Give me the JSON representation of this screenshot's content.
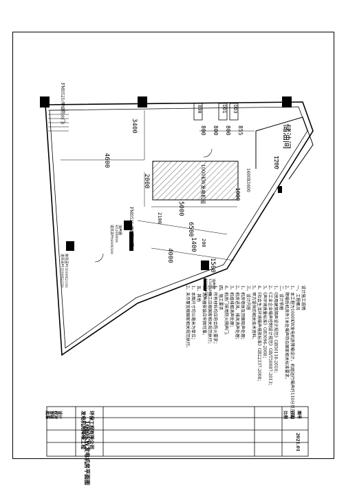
{
  "colors": {
    "line": "#000000",
    "background": "#ffffff"
  },
  "dimensions": {
    "d3400": "3400",
    "d4600": "4600",
    "d2000": "2000",
    "d5000": "5000",
    "d6500": "6500",
    "d4000": "4000",
    "d1400": "1400",
    "d1500": "1500",
    "d200": "200",
    "d2100": "2100",
    "d1200": "1200",
    "d800a": "800",
    "d800b": "800",
    "d800c": "800",
    "d855": "855",
    "d1000": "1000"
  },
  "labels": {
    "boxes": [
      "800",
      "DD1",
      "DD3"
    ],
    "room_name": "储油间",
    "generator_set": "1000KW发电机组",
    "door_fm_top": "FM0521(甲级防火门)",
    "door_fm_mid": "FM0521(甲级防火门)",
    "unit_left_a": "消声器",
    "unit_left_b": "4520X800",
    "unit_left_c": "进风百叶600X500",
    "unit_bottom_a": "排风百叶3500X2150",
    "unit_bottom_b": "进风百叶3500X2150",
    "unit_right_a": "消声器",
    "unit_right_b": "1500X800",
    "unit_right_c": "1500X4500",
    "oil_pipe": "1600X1600",
    "oil_tank": "油箱"
  },
  "notes": [
    "设计施工说明",
    "一、工程概况",
    "1、本工程为1000KW发电机房降噪设计，机组运行噪声约110分贝左右。",
    "2、降噪后机房外1米处噪声符合国家相关标准要求。",
    "二、设计依据",
    "1、《民用建筑隔声设计规范》GB50118-2010；",
    "2、《工业企业噪声控制设计规范》GB/T50087-2013；",
    "3、《声环境质量标准》GB3096-2008；",
    "4、《社会生活环境噪声排放标准》GB22337-2008；",
    "5、甲方提供的相关技术资料。",
    "三、设计内容",
    "1、机房墙体及顶面吸声处理；",
    "2、机房进风、排风消声处理；",
    "3、机组排烟消声处理；",
    "4、机房门采用防火隔声门。",
    "四、施工要求",
    "1、所有材料均应符合防火要求；",
    "2、施工应按国家相关规范执行；",
    "3、消声器安装应牢固可靠。",
    "五、其他",
    "1、本图尺寸均以毫米为单位；",
    "2、未尽事宜按国家相关规范执行。"
  ],
  "title_block": {
    "project": "发电机房降噪工程",
    "drawing_title": "1000KW发电机房平面图",
    "company": "环保工程有限公司",
    "rows": [
      "设计",
      "校对",
      "审核",
      "批准"
    ],
    "right_rows": [
      "比例",
      "日期",
      "图号"
    ],
    "date": "2021.01"
  }
}
